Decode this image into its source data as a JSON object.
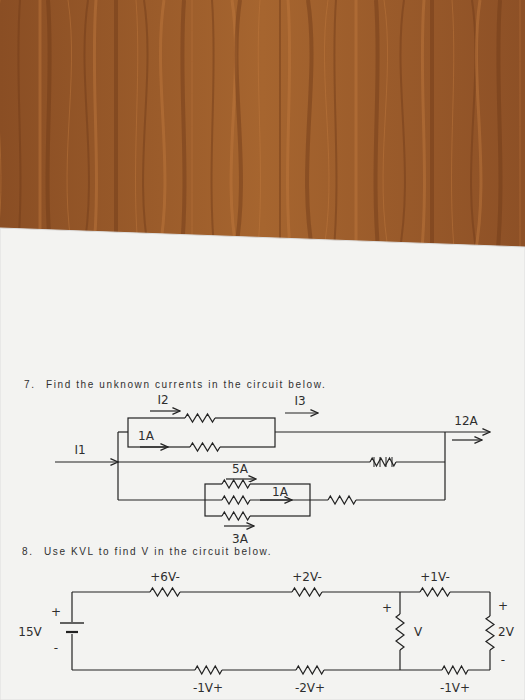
{
  "diagram": {
    "labels": [
      "7.",
      "Find the unknown currents in the circuit below.",
      "I2",
      "I3",
      "1A",
      "12A",
      "I1",
      "5A",
      "1A",
      "3A",
      "8.",
      "Use KVL to find V in the circuit below.",
      "+6V-",
      "+2V-",
      "+1V-",
      "15V",
      "+",
      "-",
      "+",
      "V",
      "+",
      "2V",
      "-",
      "-1V+",
      "-2V+",
      "-1V+"
    ]
  }
}
